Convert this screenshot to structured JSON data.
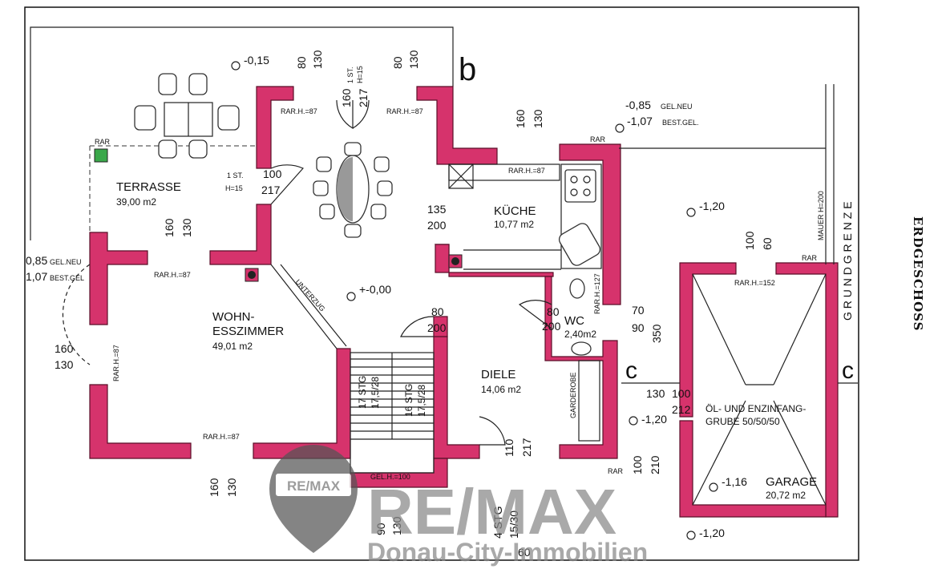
{
  "sheet_title": "ERDGESCHOSS",
  "rooms": {
    "terrasse": {
      "name": "TERRASSE",
      "area": "39,00 m2"
    },
    "wohnen_line1": "WOHN-",
    "wohnen_line2": "ESSZIMMER",
    "wohnen_area": "49,01 m2",
    "kueche": {
      "name": "KÜCHE",
      "area": "10,77 m2"
    },
    "wc": {
      "name": "WC",
      "area": "2,40m2"
    },
    "diele": {
      "name": "DIELE",
      "area": "14,06 m2"
    },
    "garage": {
      "name": "GARAGE",
      "area": "20,72 m2"
    },
    "oel_line1": "ÖL- UND  ENZINFANG-",
    "oel_line2": "GRUBE 50/50/50"
  },
  "levels": {
    "terrace_top": "-0,15",
    "kitchen_neu": "-0,85",
    "kitchen_neu_tag": "GEL.NEU",
    "kitchen_best": "-1,07",
    "kitchen_best_tag": "BEST.GEL.",
    "left_neu": "0,85",
    "left_neu_tag": "GEL.NEU",
    "left_best": "1,07",
    "left_best_tag": "BEST.GEL",
    "yard": "-1,20",
    "center": "+-0,00",
    "entry": "-1,20",
    "garage_floor": "-1,16",
    "bottom": "-1,20"
  },
  "dimensions": {
    "top_left_a": "80",
    "top_left_b": "130",
    "top_right_a": "80",
    "top_right_b": "130",
    "top_mid_a": "160",
    "top_mid_b": "217",
    "kitchen_win_a": "160",
    "kitchen_win_b": "130",
    "terrace_door_a": "100",
    "terrace_door_b": "217",
    "terrace_win_a": "160",
    "terrace_win_b": "130",
    "opening_a": "135",
    "opening_b": "200",
    "diele_door_a": "80",
    "diele_door_b": "200",
    "wc_door_a": "80",
    "wc_door_b": "200",
    "wc_win_a": "70",
    "wc_win_b": "90",
    "wc_win_c": "350",
    "left_win_a": "160",
    "left_win_b": "130",
    "bottom_win_a": "160",
    "bottom_win_b": "130",
    "entry_door_a": "110",
    "entry_door_b": "217",
    "garage_door_a": "100",
    "garage_door_b": "212",
    "garage_small": "130",
    "entry_side_a": "100",
    "entry_side_b": "210",
    "garage_win_a": "100",
    "garage_win_b": "60",
    "bottom_left_a": "90",
    "bottom_left_b": "130",
    "stair_bottom_a": "4 STG",
    "stair_bottom_b": "15/30",
    "stair_bottom_c": "60"
  },
  "notes": {
    "rar": "RAR",
    "rar_h87": "RAR.H.=87",
    "rar_h127": "RAR.H.=127",
    "rar_h152": "RAR.H.=152",
    "step_1": "1 ST.",
    "step_h": "H=15",
    "unterzug": "UNTERZUG",
    "stair_a": "17 STG",
    "stair_a2": "17,5/28",
    "stair_b": "16 STG",
    "stair_b2": "17,5/28",
    "garderobe": "GARDEROBE",
    "gel_h100": "GEL.H.=100",
    "mauer": "MAUER H=200",
    "grundgrenze": "G R U N D G R E N Z E",
    "section_b": "b",
    "section_c": "c"
  },
  "watermark": {
    "badge": "RE/MAX",
    "brand": "RE/MAX",
    "tagline": "Donau-City-Immobilien"
  }
}
